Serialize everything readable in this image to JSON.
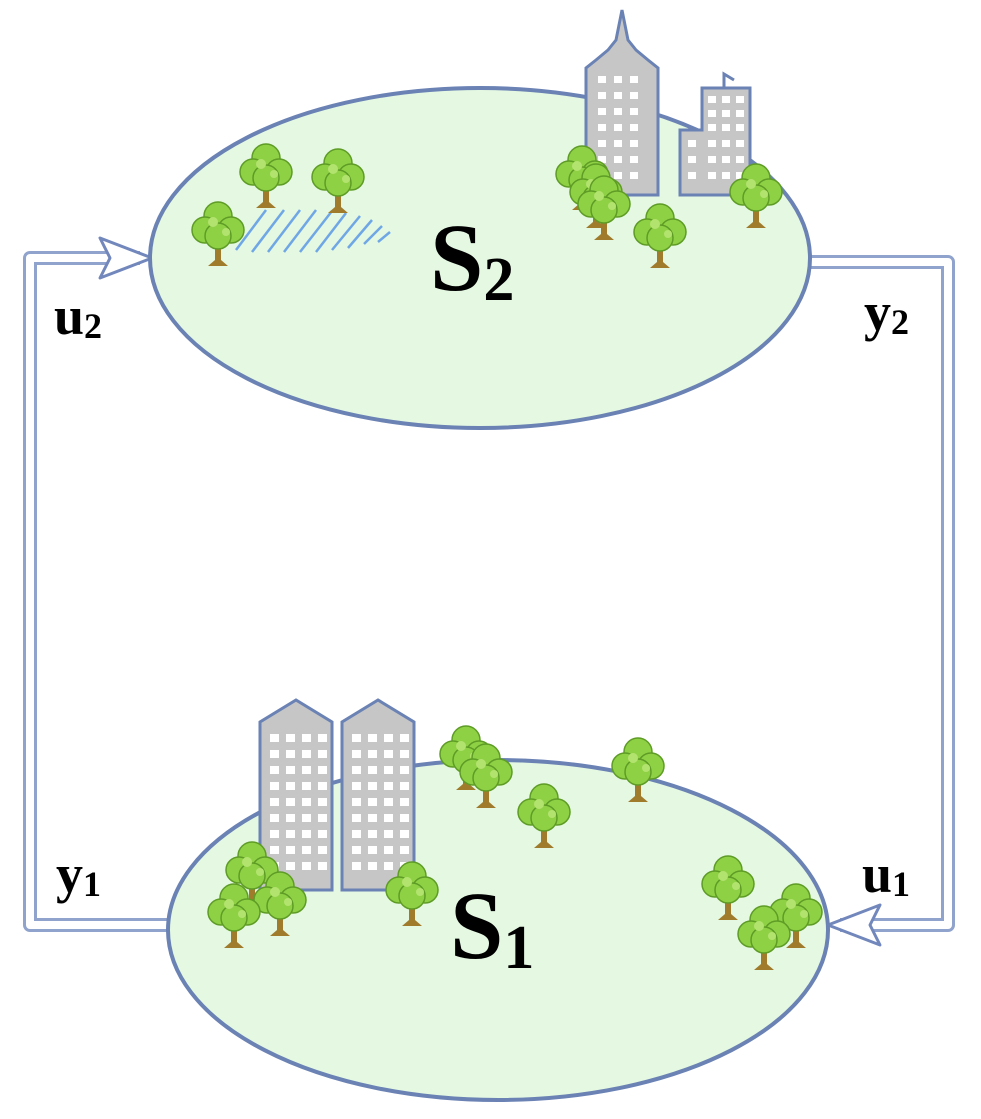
{
  "colors": {
    "island_fill": "#e4f8e2",
    "outline": "#6a82b4",
    "pipe_outline": "#8fa3cc",
    "building_fill": "#c6c6c6",
    "window": "#ffffff",
    "tree_leaf": "#8fd145",
    "tree_trunk": "#a17b2c",
    "hatch": "#6fa7e6"
  },
  "systems": {
    "s2": {
      "letter": "S",
      "sub": "2"
    },
    "s1": {
      "letter": "S",
      "sub": "1"
    }
  },
  "signals": {
    "u2": {
      "letter": "u",
      "sub": "2"
    },
    "y2": {
      "letter": "y",
      "sub": "2"
    },
    "y1": {
      "letter": "y",
      "sub": "1"
    },
    "u1": {
      "letter": "u",
      "sub": "1"
    }
  },
  "icons": [
    "tree-icon",
    "building-icon",
    "flag-icon"
  ]
}
